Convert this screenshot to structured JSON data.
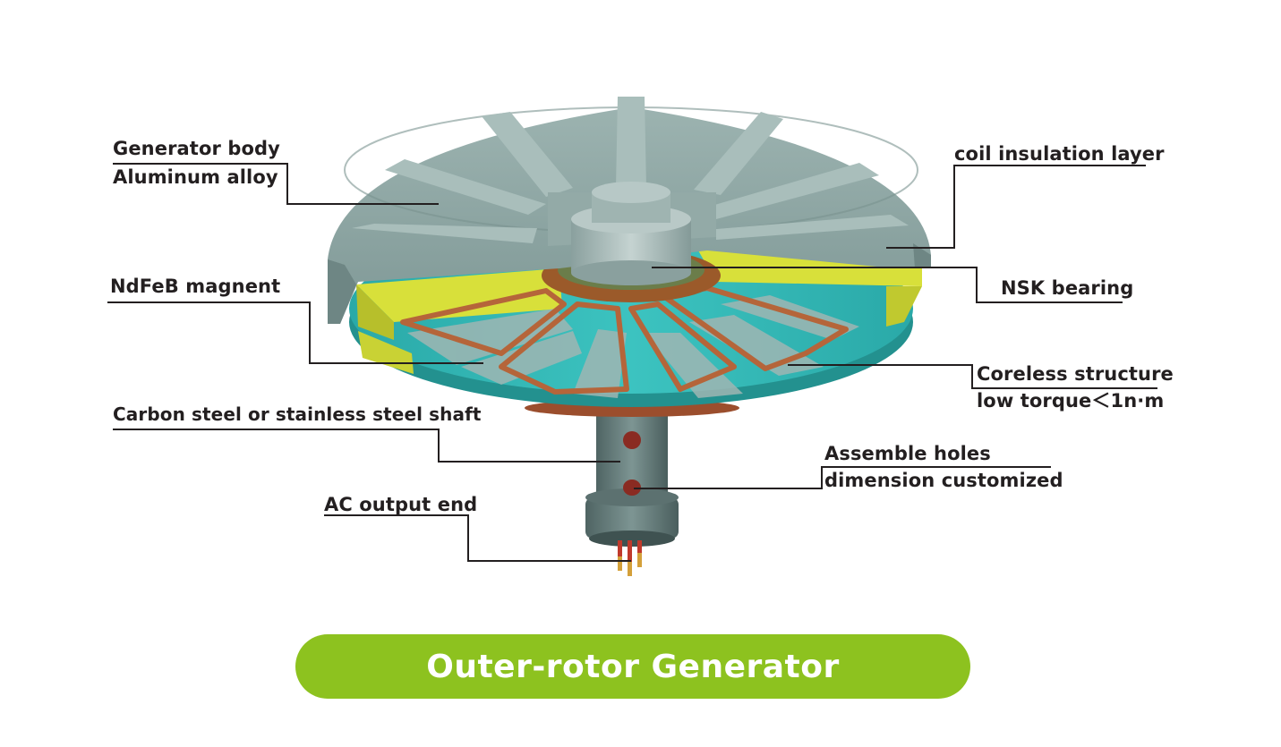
{
  "title": "Outer-rotor Generator",
  "labels": {
    "generator_body_line1": "Generator body",
    "generator_body_line2": "Aluminum alloy",
    "ndfeb": "NdFeB magnent",
    "shaft": "Carbon steel or stainless steel shaft",
    "ac_output": "AC output end",
    "coil_insulation": "coil insulation layer",
    "nsk_bearing": "NSK bearing",
    "coreless_line1": "Coreless structure",
    "coreless_line2": "low torque＜1n·m",
    "assemble_line1": "Assemble holes",
    "assemble_line2": "dimension customized"
  },
  "colors": {
    "title_bg": "#8dc21f",
    "title_text": "#ffffff",
    "label_text": "#231f20",
    "body_gray": "#8fa8a5",
    "stator_cyan": "#2fb8b5",
    "insulation_yellow": "#d8e03a",
    "coil_copper": "#b5653a"
  }
}
